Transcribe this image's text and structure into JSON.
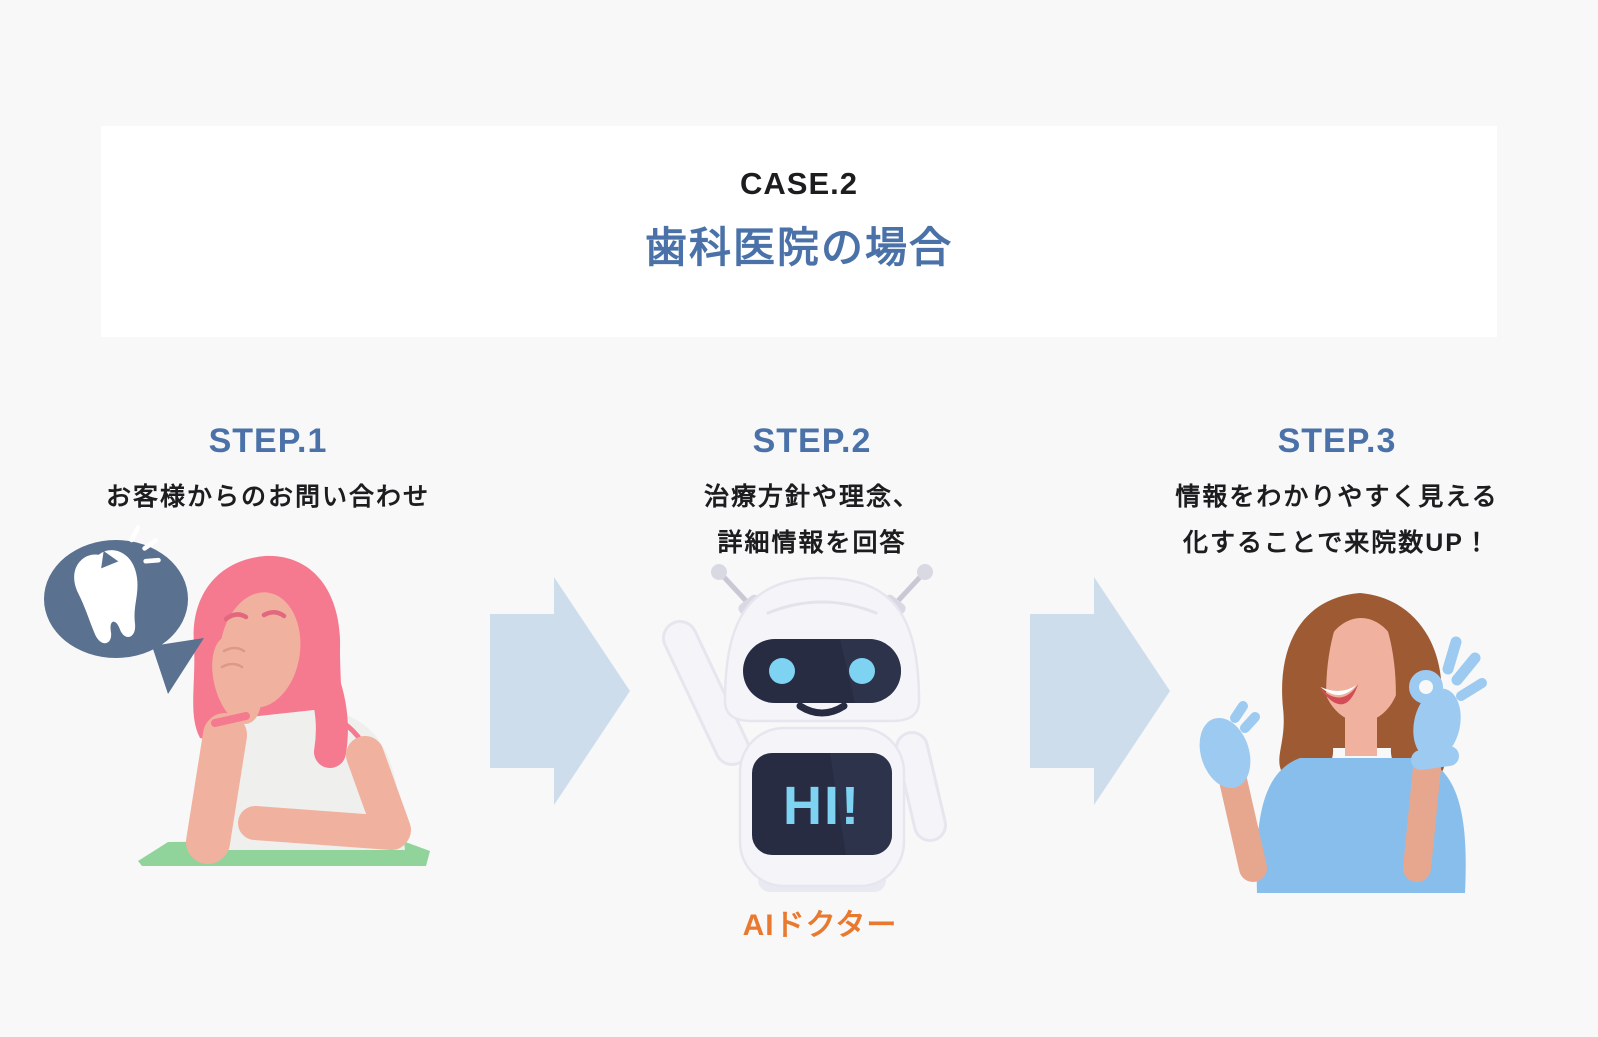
{
  "header": {
    "case_label": "CASE.2",
    "title": "歯科医院の場合"
  },
  "steps": [
    {
      "label": "STEP.1",
      "description_lines": [
        "お客様からのお問い合わせ"
      ],
      "illustration": "woman-with-toothache"
    },
    {
      "label": "STEP.2",
      "description_lines": [
        "治療方針や理念、",
        "詳細情報を回答"
      ],
      "illustration": "ai-robot-waving",
      "screen_text": "HI!",
      "caption": "AIドクター"
    },
    {
      "label": "STEP.3",
      "description_lines": [
        "情報をわかりやすく見える",
        "化することで来院数UP！"
      ],
      "illustration": "happy-woman-ok-sign"
    }
  ],
  "icons": {
    "speech_bubble": "tooth-icon",
    "flow_connector": "arrow-right-icon"
  },
  "colors": {
    "background": "#f8f8f9",
    "panel": "#ffffff",
    "accent_blue": "#4a72a8",
    "text_dark": "#1d1d1f",
    "orange": "#e8792e",
    "arrow_blue": "#cdddeb",
    "bubble_navy": "#5a7190",
    "tooth_white": "#ffffff",
    "robot_navy": "#272c42",
    "robot_blue": "#7ed3f2",
    "pink_hair": "#f5798f",
    "skin": "#f0b19e",
    "table_green": "#90d49b",
    "brown_hair": "#9e5a33",
    "blue_top": "#88beeb",
    "glove_blue": "#9ccaf1",
    "lips_red": "#d44d56"
  }
}
